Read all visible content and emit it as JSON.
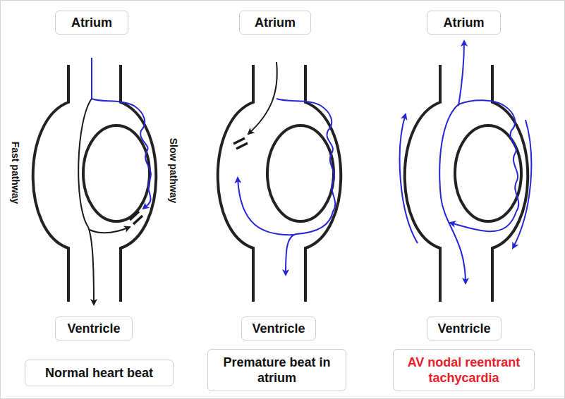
{
  "diagram": {
    "nodes": [
      {
        "text": [
          "Atrium"
        ]
      },
      {
        "text": [
          "Atrium"
        ]
      },
      {
        "text": [
          "Atrium"
        ]
      },
      {
        "text": [
          "Ventricle"
        ]
      },
      {
        "text": [
          "Ventricle"
        ]
      },
      {
        "text": [
          "Ventricle"
        ]
      },
      {
        "text": [
          "Normal heart beat"
        ]
      },
      {
        "text": [
          "Premature beat in atrium"
        ]
      },
      {
        "text": [
          "AV nodal reentrant tachycardia"
        ]
      }
    ],
    "labels": [
      "Fast pathway",
      "Slow pathway"
    ]
  }
}
